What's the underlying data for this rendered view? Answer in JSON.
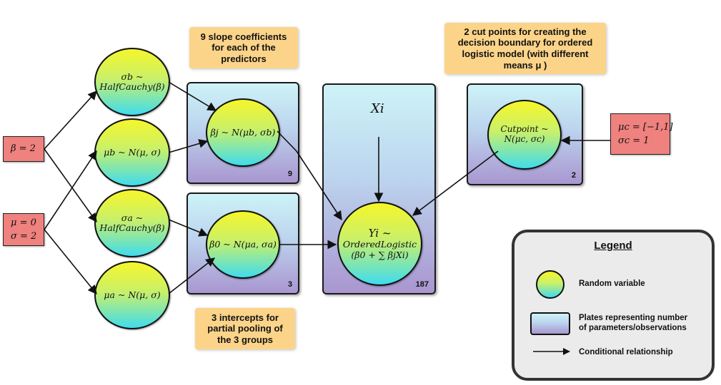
{
  "params": {
    "beta": "β = 2",
    "mu": "μ = 0",
    "sigma": "σ = 2",
    "mu_c": "μc = [−1,1]",
    "sigma_c": "σc = 1"
  },
  "nodes": {
    "sigma_b": [
      "σb ~",
      "HalfCauchy(β)"
    ],
    "mu_b": [
      "μb ~ N(μ, σ)"
    ],
    "sigma_a": [
      "σa ~",
      "HalfCauchy(β)"
    ],
    "mu_a": [
      "μa ~ N(μ, σ)"
    ],
    "beta_j": [
      "βj ~ N(μb, σb)"
    ],
    "beta_0": [
      "β0 ~ N(μa, σa)"
    ],
    "y_i": [
      "Yi ~",
      "OrderedLogistic",
      "(β0 + ∑ βjXi)"
    ],
    "cutpoint": [
      "Cutpoint ~",
      "N(μc, σc)"
    ]
  },
  "x_i": "Xi",
  "plates": {
    "slopes": "9",
    "intercepts": "3",
    "observations": "187",
    "cutpoints": "2"
  },
  "notes": {
    "slopes": [
      "9 slope coefficients",
      "for each of the",
      "predictors"
    ],
    "intercepts": [
      "3 intercepts for",
      "partial pooling of",
      "the 3 groups"
    ],
    "cutpoints": [
      "2 cut points for creating the",
      "decision boundary for ordered",
      "logistic model (with different",
      "means μ )"
    ]
  },
  "legend": {
    "title": "Legend",
    "random_variable": "Random variable",
    "plates": [
      "Plates representing number",
      "of parameters/observations"
    ],
    "conditional": "Conditional relationship"
  }
}
